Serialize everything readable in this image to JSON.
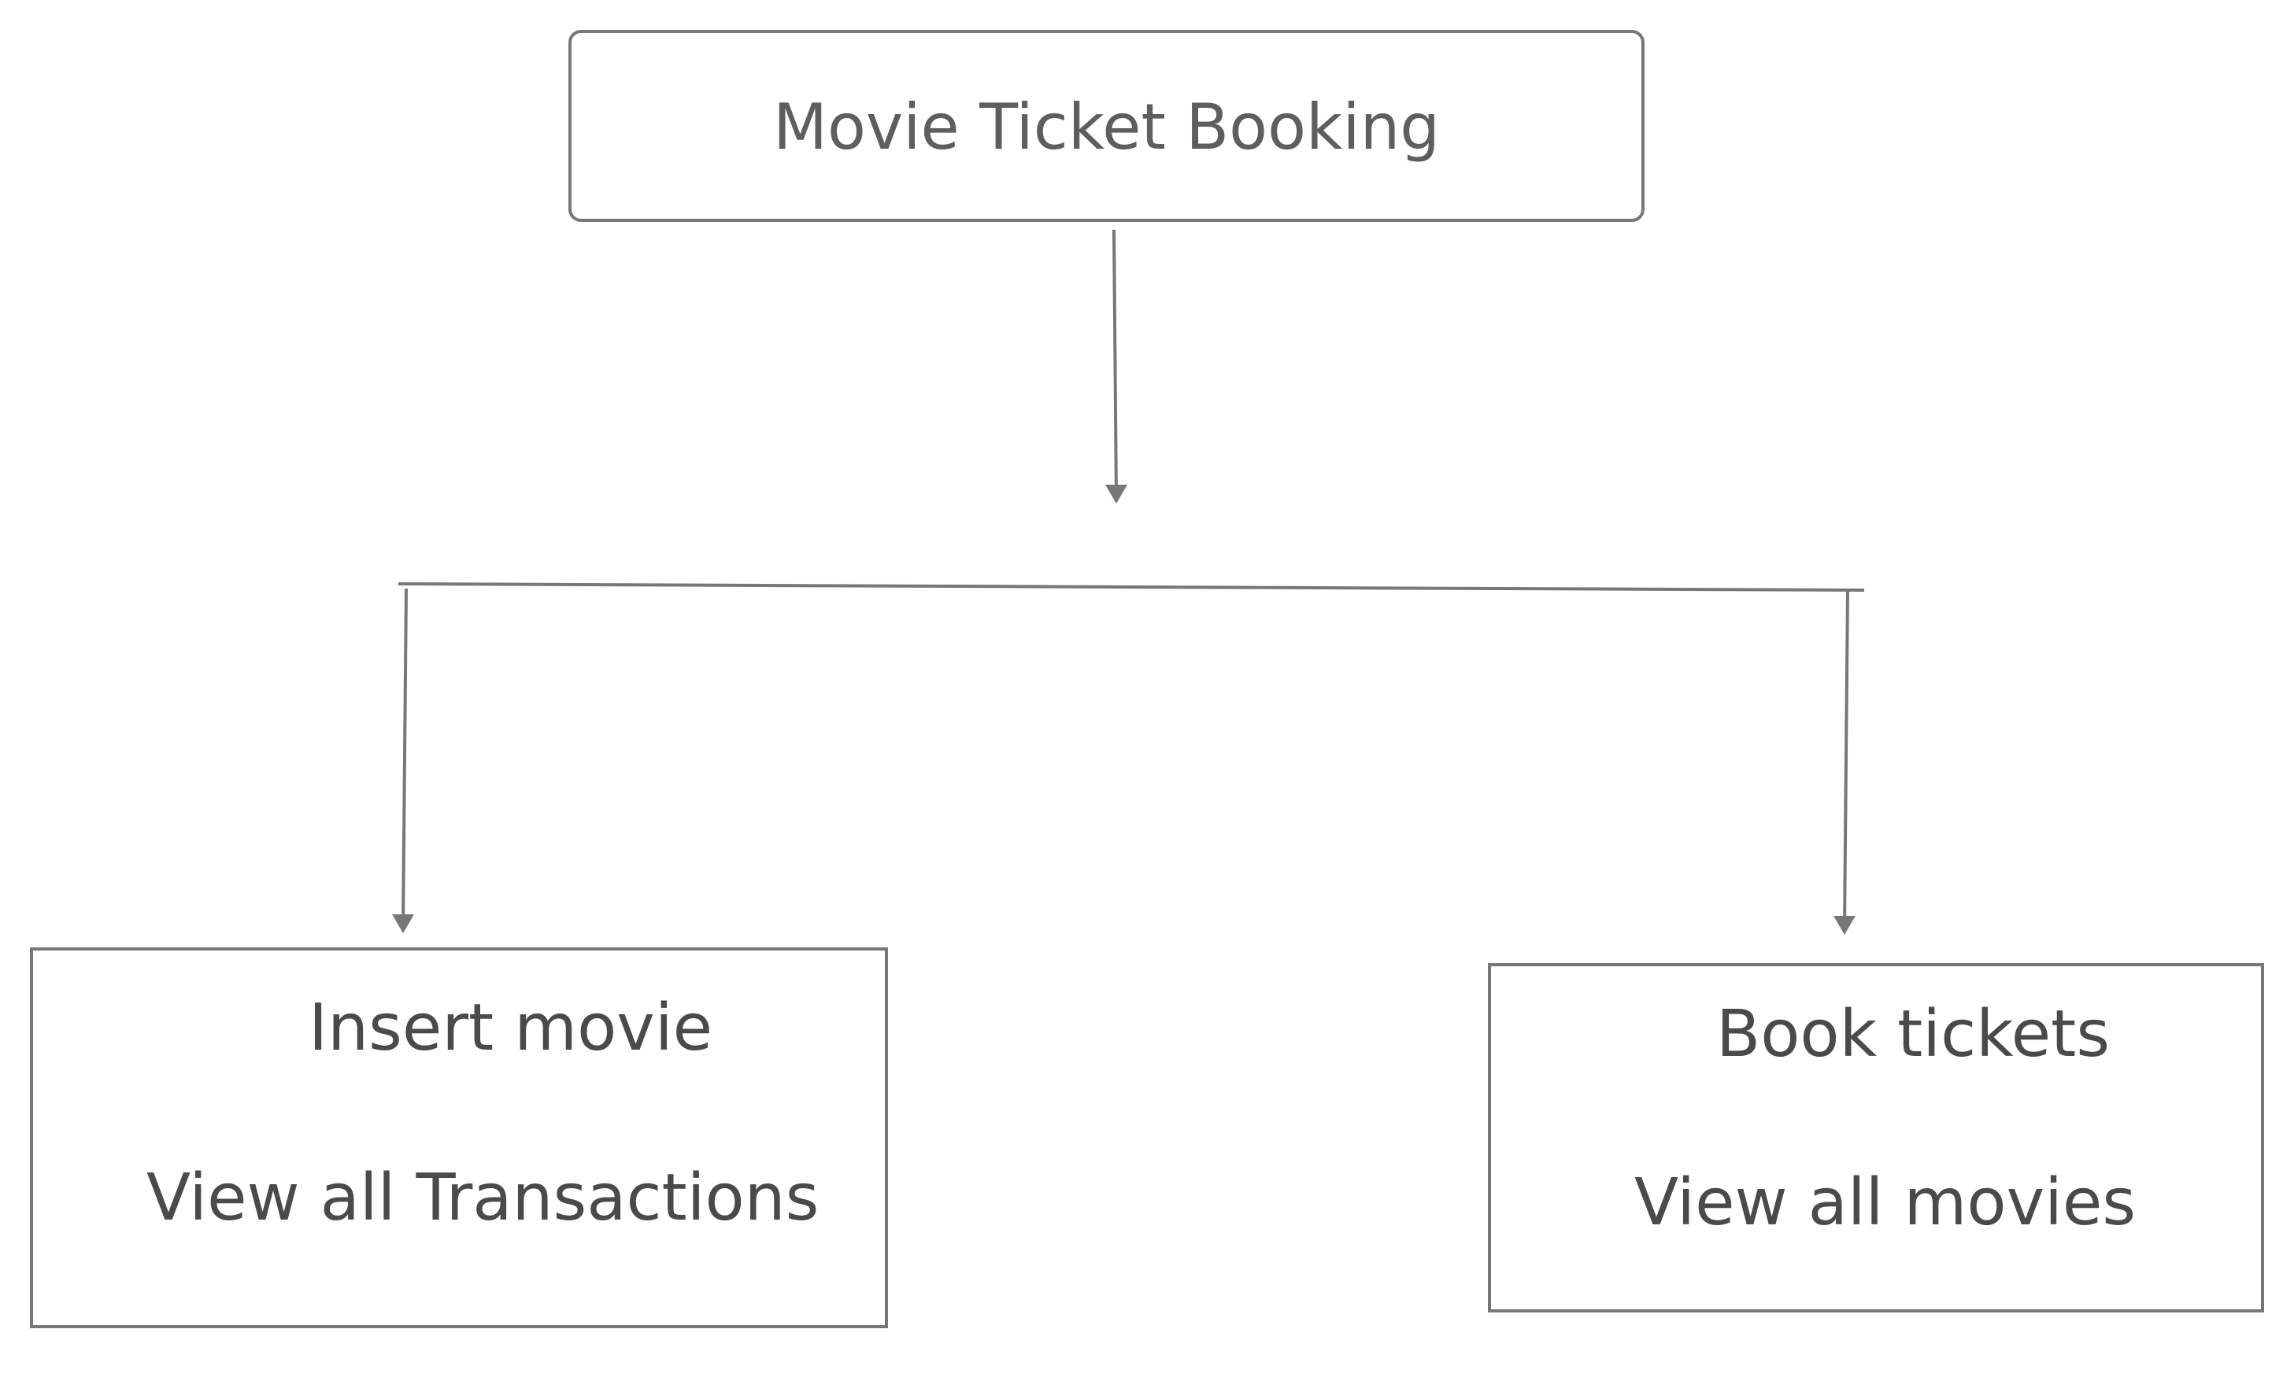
{
  "diagram": {
    "root": {
      "title": "Movie Ticket Booking"
    },
    "left_box": {
      "items": [
        "Insert movie",
        "View all Transactions"
      ]
    },
    "right_box": {
      "items": [
        "Book tickets",
        "View all movies"
      ]
    },
    "colors": {
      "border": "#777777",
      "text": "#555555",
      "connector": "#777777"
    }
  }
}
